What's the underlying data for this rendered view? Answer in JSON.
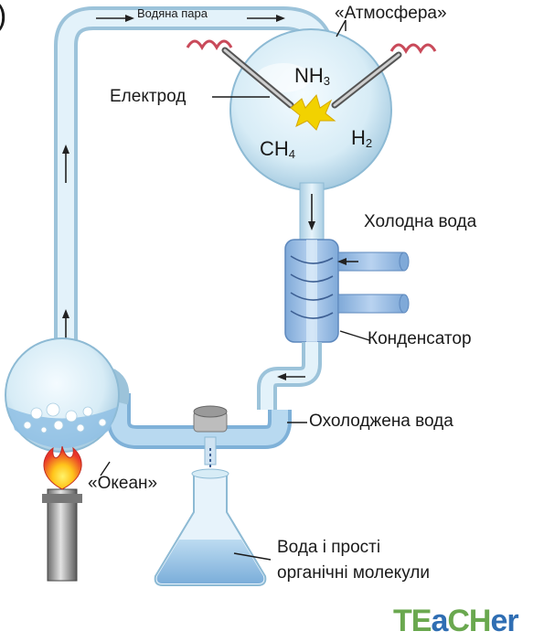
{
  "corner_mark": ")",
  "labels": {
    "water_vapor": "Водяна пара",
    "atmosphere": "«Атмосфера»",
    "electrode": "Електрод",
    "cold_water": "Холодна вода",
    "condenser": "Конденсатор",
    "cooled_water": "Охолоджена вода",
    "ocean": "«Океан»",
    "products_line1": "Вода і прості",
    "products_line2": "органічні молекули"
  },
  "chemicals": {
    "ammonia": {
      "base": "NH",
      "sub": "3"
    },
    "hydrogen": {
      "base": "H",
      "sub": "2"
    },
    "methane": {
      "base": "CH",
      "sub": "4"
    }
  },
  "logo": {
    "part1": "TE",
    "part2": "a",
    "part3": "CH",
    "part4": "er"
  },
  "colors": {
    "glass": "#cfe6f3",
    "water": "#9cc8e8",
    "spark": "#f2d200",
    "flame": "#e8342a",
    "logo_green": "#6aa84f",
    "logo_blue": "#2f6eb3"
  }
}
